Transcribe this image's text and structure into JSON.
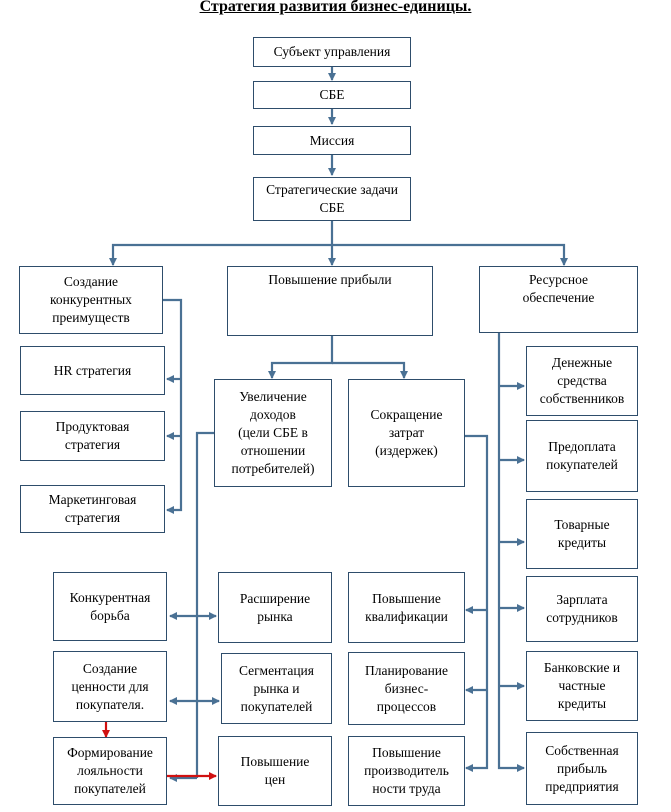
{
  "title": "Стратегия развития бизнес-единицы.",
  "nodes": {
    "subject": "Субъект управления",
    "sbe": "СБЕ",
    "mission": "Миссия",
    "tasks": "Стратегические задачи\nСБЕ",
    "competitive": "Создание\nконкурентных\nпреимуществ",
    "profit": "Повышение прибыли",
    "resource": "Ресурсное\nобеспечение",
    "hr": "HR стратегия",
    "product": "Продуктовая\nстратегия",
    "marketing": "Маркетинговая\nстратегия",
    "income": "Увеличение\nдоходов\n(цели СБЕ в\nотношении\nпотребителей)",
    "costs": "Сокращение\nзатрат\n(издержек)",
    "owner_funds": "Денежные\nсредства\nсобственников",
    "prepay": "Предоплата\nпокупателей",
    "trade_credit": "Товарные\nкредиты",
    "salary": "Зарплата\nсотрудников",
    "bank": "Банковские и\nчастные\nкредиты",
    "own_profit": "Собственная\nприбыль\nпредприятия",
    "competition": "Конкурентная\nборьба",
    "value": "Создание\nценности для\nпокупателя.",
    "loyalty": "Формирование\nлояльности\nпокупателей",
    "market_ext": "Расширение\nрынка",
    "segmentation": "Сегментация\nрынка и\nпокупателей",
    "prices": "Повышение\nцен",
    "qualification": "Повышение\nквалификации",
    "planning": "Планирование\nбизнес-\nпроцессов",
    "productivity": "Повышение\nпроизводитель\nности труда"
  },
  "colors": {
    "line": "#4a7194",
    "border": "#2e4d6b",
    "accent": "#d01010"
  }
}
